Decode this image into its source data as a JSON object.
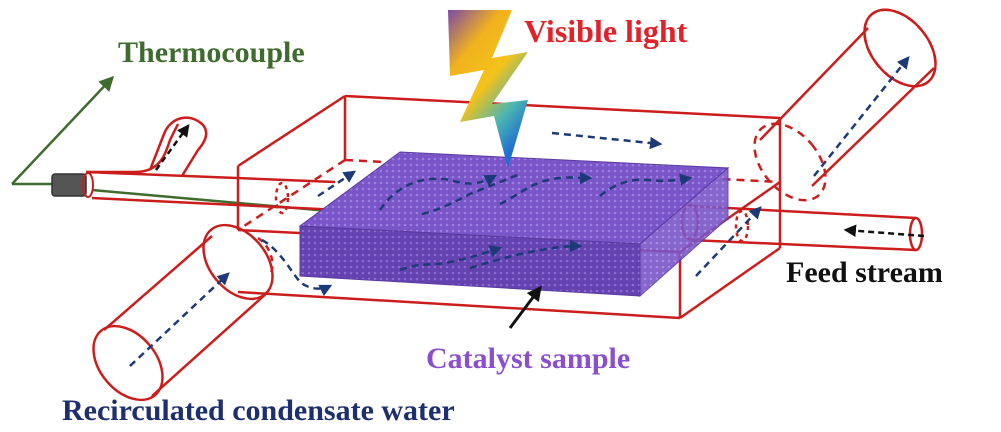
{
  "labels": {
    "thermocouple": "Thermocouple",
    "visible_light": "Visible light",
    "feed_stream": "Feed stream",
    "catalyst_sample": "Catalyst sample",
    "recirculated_water": "Recirculated condensate water"
  },
  "colors": {
    "reactor": "#cc1d1d",
    "thermocouple": "#3f6b2e",
    "flow_arrow": "#1d3a78",
    "feed_arrow": "#111111",
    "catalyst_top": "#7a55c7",
    "catalyst_front": "#6a45b8",
    "catalyst_side": "#8a6ad0",
    "catalyst_label": "#8a4fcf",
    "water_label": "#1d2f6e",
    "light_label": "#e0222b",
    "thermo_probe": "#555555"
  },
  "icons": {
    "light": "lightning-bolt-icon"
  }
}
